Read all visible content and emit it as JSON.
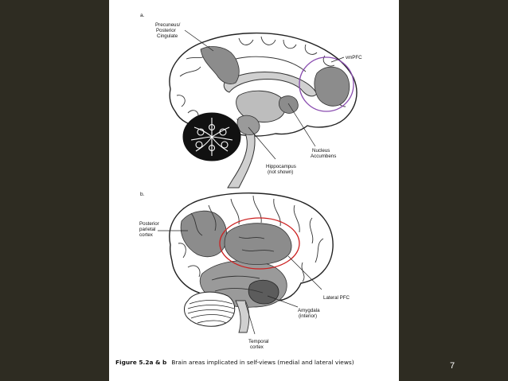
{
  "slide": {
    "number": "7",
    "colors": {
      "background": "#2e2c22",
      "page": "#ffffff",
      "medial_circle": "#8a4db0",
      "lateral_ellipse": "#cc2020"
    }
  },
  "figure": {
    "panel_a": {
      "letter": "a.",
      "labels": {
        "precuneus": [
          "Precuneus/",
          "Posterior",
          "Cingulate"
        ],
        "vmpfc": "vmPFC",
        "nucleus": [
          "Nucleus",
          "Accumbens"
        ],
        "hippocampus": [
          "Hippocampus",
          "(not shown)"
        ]
      }
    },
    "panel_b": {
      "letter": "b.",
      "labels": {
        "posterior_parietal": [
          "Posterior",
          "parietal",
          "cortex"
        ],
        "lateral_pfc": "Lateral PFC",
        "amygdala": [
          "Amygdala",
          "(interior)"
        ],
        "temporal": [
          "Temporal",
          "cortex"
        ]
      }
    },
    "caption": {
      "prefix": "Figure 5.2a & b",
      "text": "Brain areas implicated in self-views (medial and lateral views)"
    }
  }
}
